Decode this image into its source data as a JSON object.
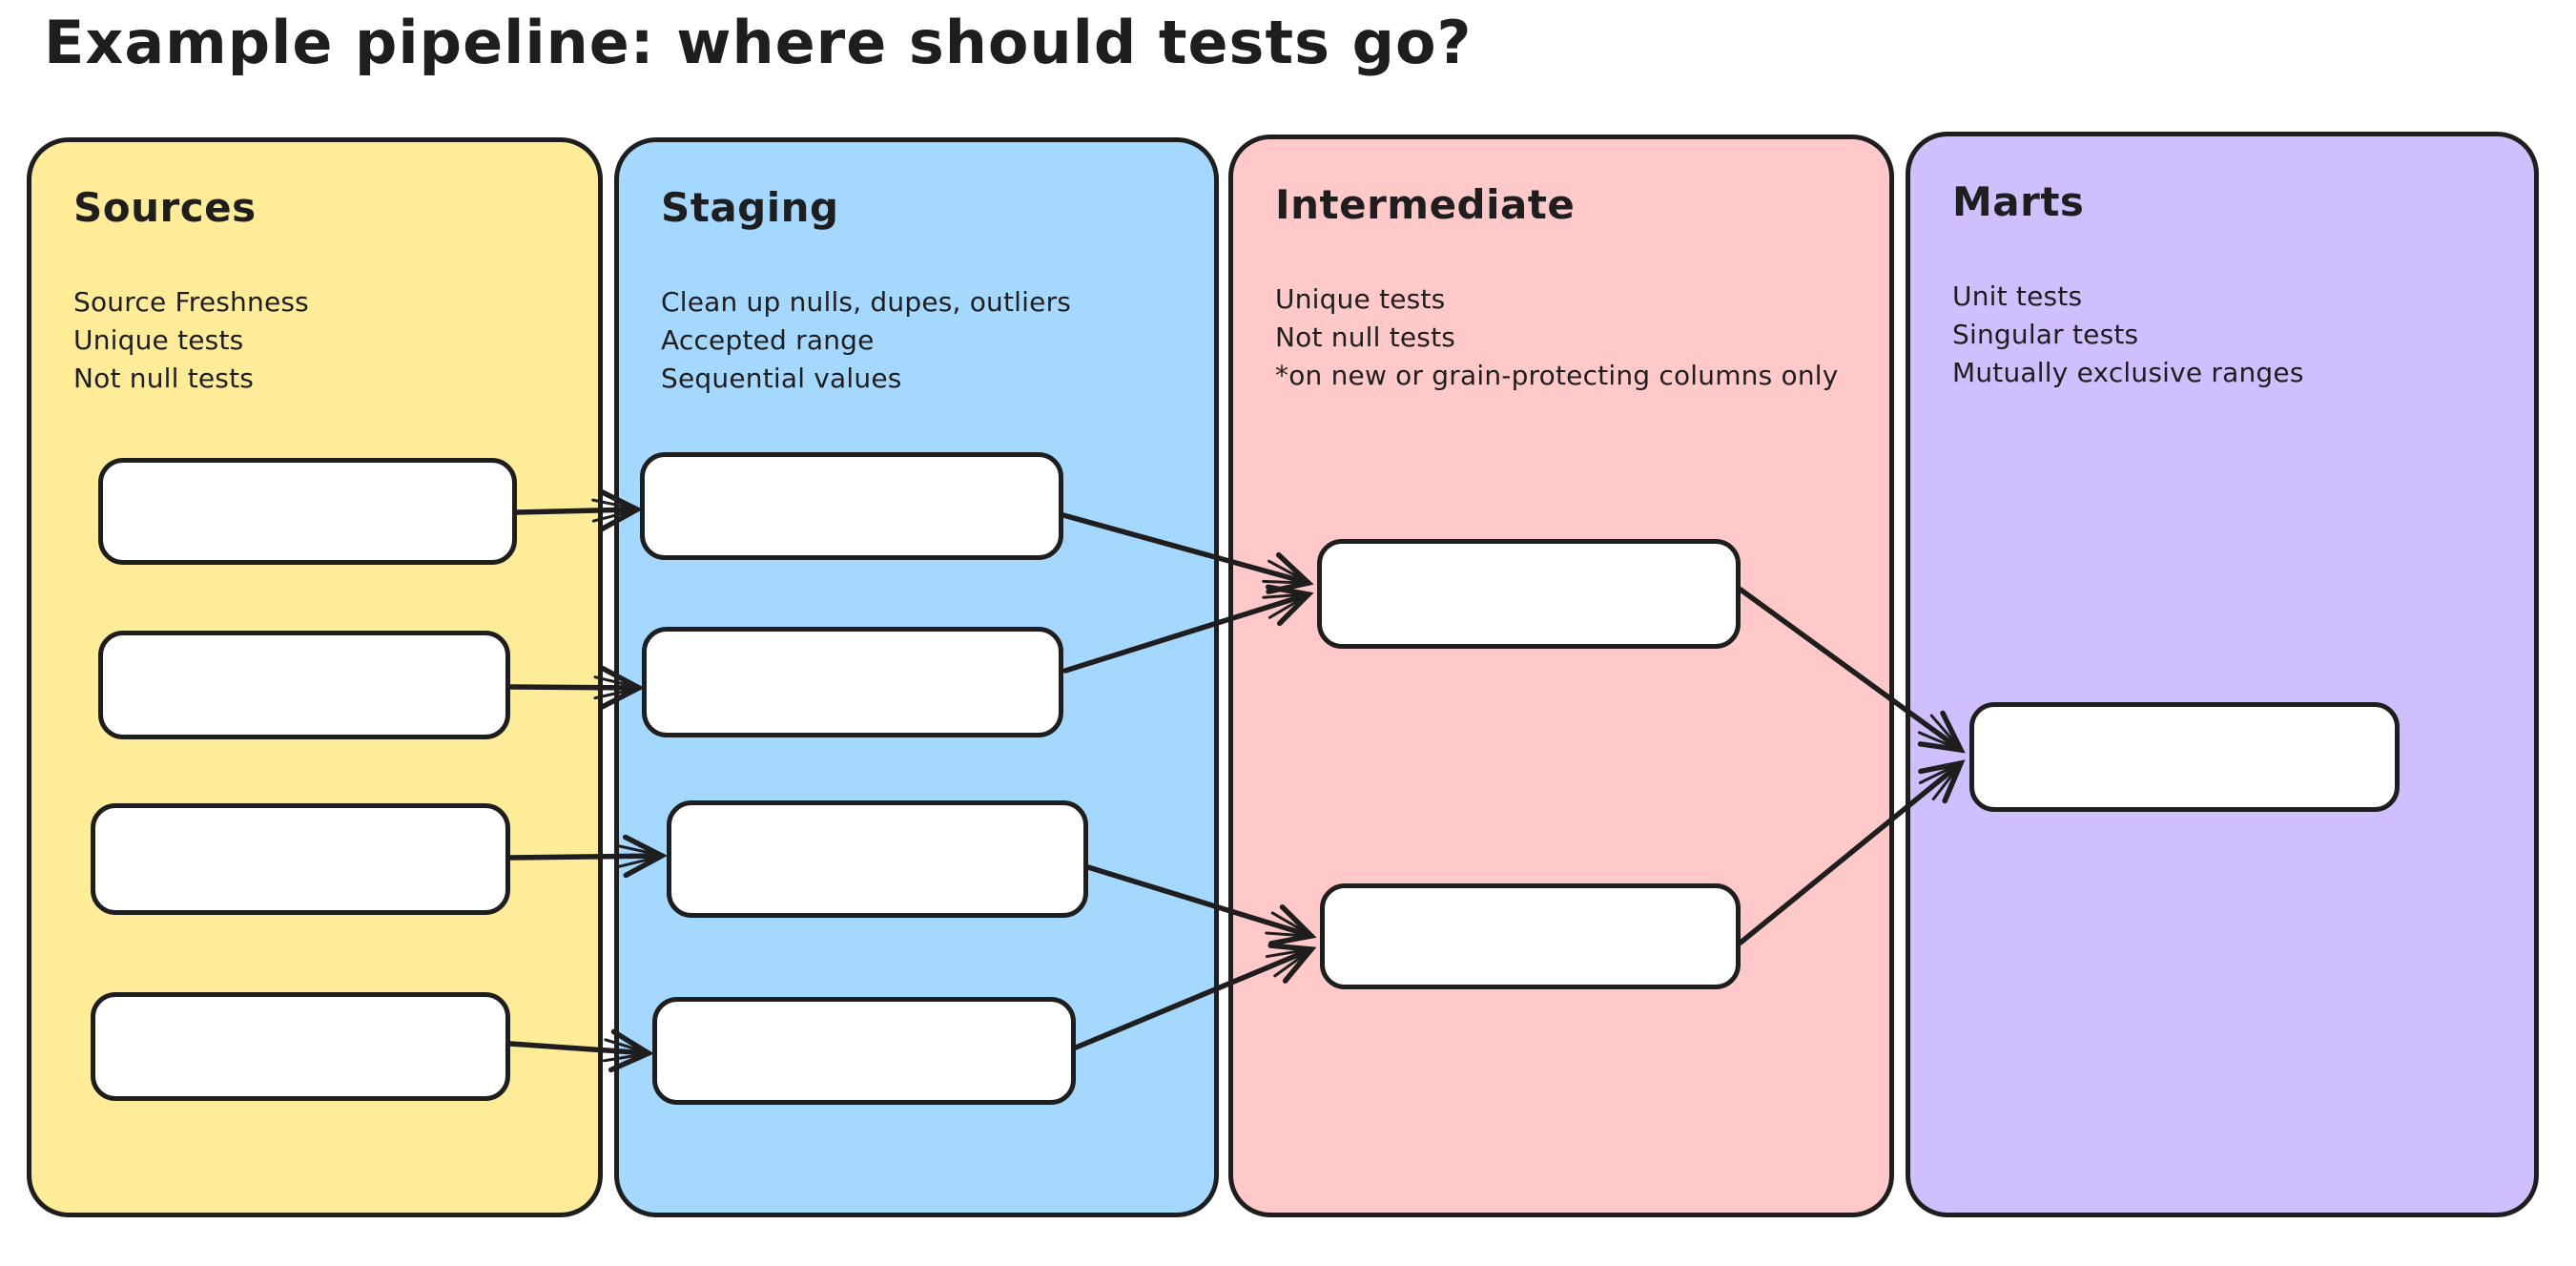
{
  "title": "Example pipeline: where should tests go?",
  "colors": {
    "page_background": "#ffffff",
    "ink": "#1e1e1e",
    "box_fill": "#ffffff",
    "sources": "#ffec99",
    "staging": "#a5d8ff",
    "intermediate": "#ffc9c9",
    "marts": "#d0bfff"
  },
  "columns": [
    {
      "id": "sources",
      "label": "Sources",
      "color": "#ffec99",
      "notes": [
        "Source Freshness",
        "Unique tests",
        "Not null tests"
      ],
      "box_count": 4
    },
    {
      "id": "staging",
      "label": "Staging",
      "color": "#a5d8ff",
      "notes": [
        "Clean up nulls, dupes, outliers",
        "Accepted range",
        "Sequential values"
      ],
      "box_count": 4
    },
    {
      "id": "intermediate",
      "label": "Intermediate",
      "color": "#ffc9c9",
      "notes": [
        "Unique tests",
        "Not null tests",
        "*on new or grain-protecting columns only"
      ],
      "box_count": 2
    },
    {
      "id": "marts",
      "label": "Marts",
      "color": "#d0bfff",
      "notes": [
        "Unit tests",
        "Singular tests",
        "Mutually exclusive ranges"
      ],
      "box_count": 1
    }
  ],
  "edges": [
    {
      "from": "sources-box-1",
      "to": "staging-box-1"
    },
    {
      "from": "sources-box-2",
      "to": "staging-box-2"
    },
    {
      "from": "sources-box-3",
      "to": "staging-box-3"
    },
    {
      "from": "sources-box-4",
      "to": "staging-box-4"
    },
    {
      "from": "staging-box-1",
      "to": "intermediate-box-1"
    },
    {
      "from": "staging-box-2",
      "to": "intermediate-box-1"
    },
    {
      "from": "staging-box-3",
      "to": "intermediate-box-2"
    },
    {
      "from": "staging-box-4",
      "to": "intermediate-box-2"
    },
    {
      "from": "intermediate-box-1",
      "to": "marts-box-1"
    },
    {
      "from": "intermediate-box-2",
      "to": "marts-box-1"
    }
  ]
}
